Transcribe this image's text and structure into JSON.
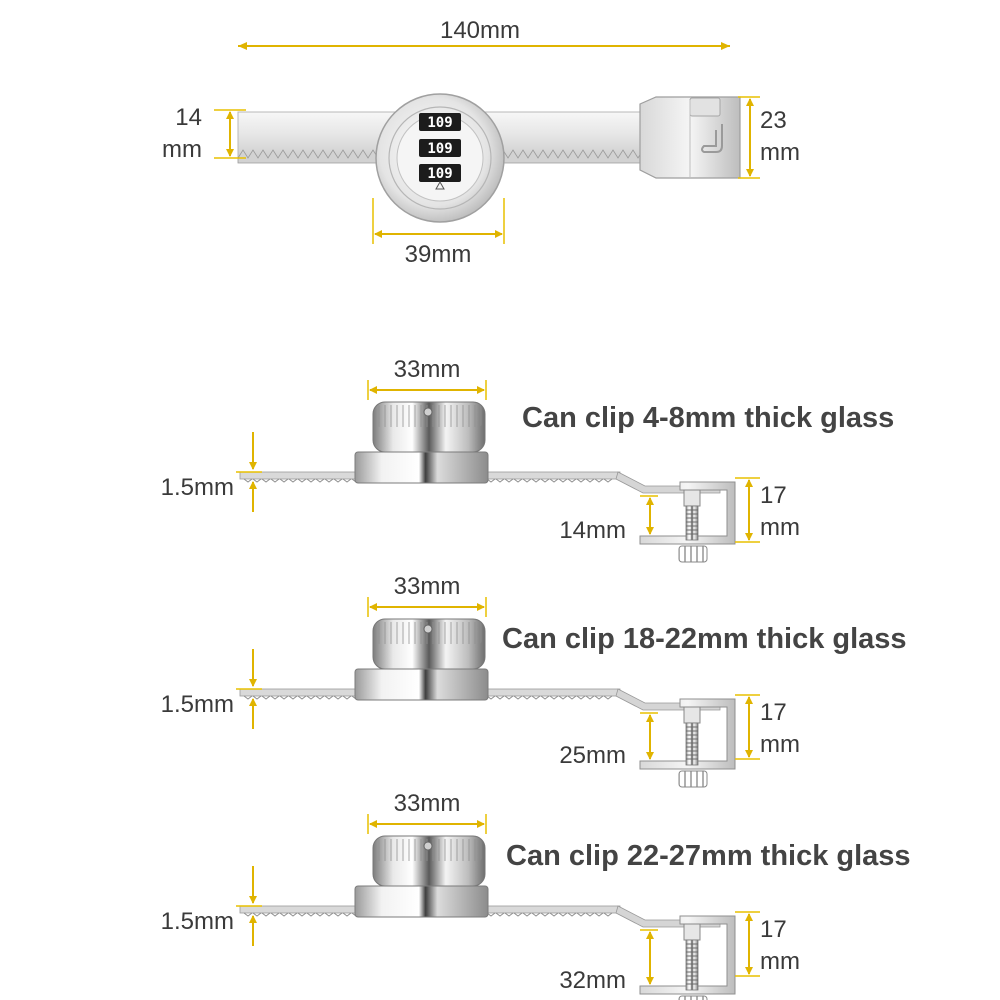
{
  "colors": {
    "dimension_line": "#e0b400",
    "steel_light": "#f2f2f2",
    "steel_mid": "#c9c9c9",
    "steel_dark": "#8a8a8a",
    "text": "#3a3a3a"
  },
  "top_view": {
    "width_label": "140mm",
    "bar_height_label_line1": "14",
    "bar_height_label_line2": "mm",
    "bracket_height_label_line1": "23",
    "bracket_height_label_line2": "mm",
    "body_diameter_label": "39mm",
    "dials": [
      "109",
      "109",
      "109"
    ]
  },
  "side_views": [
    {
      "top_diameter_label": "33mm",
      "caption": "Can clip 4-8mm thick glass",
      "bar_thickness_label": "1.5mm",
      "clip_opening_label": "14mm",
      "bracket_height_line1": "17",
      "bracket_height_line2": "mm"
    },
    {
      "top_diameter_label": "33mm",
      "caption": "Can clip 18-22mm thick glass",
      "bar_thickness_label": "1.5mm",
      "clip_opening_label": "25mm",
      "bracket_height_line1": "17",
      "bracket_height_line2": "mm"
    },
    {
      "top_diameter_label": "33mm",
      "caption": "Can clip 22-27mm thick glass",
      "bar_thickness_label": "1.5mm",
      "clip_opening_label": "32mm",
      "bracket_height_line1": "17",
      "bracket_height_line2": "mm"
    }
  ]
}
